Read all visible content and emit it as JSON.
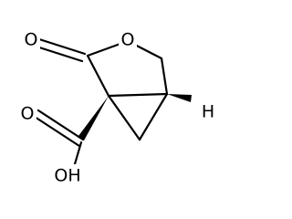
{
  "structure": {
    "atoms": {
      "carbonyl_oxygen": "O",
      "ring_oxygen": "O",
      "bridgehead_hydrogen": "H",
      "carboxyl_group": "OH"
    },
    "colors": {
      "bond": "#000000",
      "background": "#ffffff",
      "text": "#000000"
    }
  }
}
